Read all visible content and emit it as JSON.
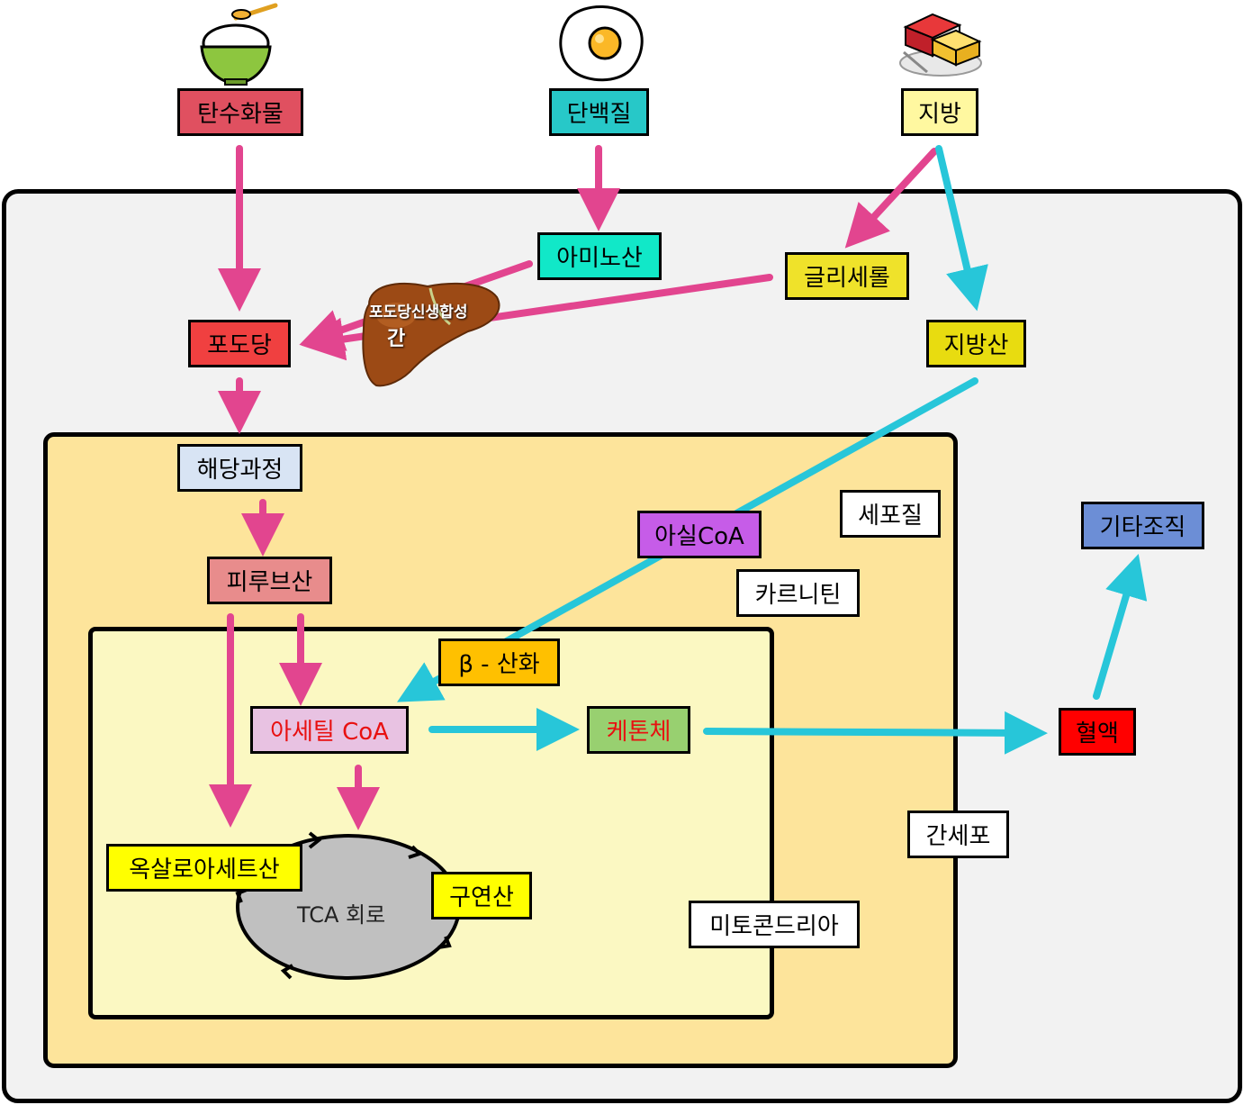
{
  "labels": {
    "carbohydrate": "탄수화물",
    "protein": "단백질",
    "fat": "지방",
    "amino_acid": "아미노산",
    "glycerol": "글리세롤",
    "fatty_acid": "지방산",
    "glucose": "포도당",
    "liver_process": "포도당신생합성",
    "liver": "간",
    "glycolysis": "해당과정",
    "pyruvate": "피루브산",
    "acyl_coa": "아실CoA",
    "cytoplasm": "세포질",
    "carnitine": "카르니틴",
    "other_tissue": "기타조직",
    "beta_oxidation": "β - 산화",
    "acetyl_coa": "아세틸 CoA",
    "ketone_body": "케톤체",
    "blood": "혈액",
    "hepatocyte": "간세포",
    "oxaloacetate": "옥살로아세트산",
    "citric_acid": "구연산",
    "tca_cycle": "TCA 회로",
    "mitochondria": "미토콘드리아"
  },
  "colors": {
    "pink_arrow": "#e2458f",
    "cyan_arrow": "#27c6d9",
    "carbohydrate": "#e05060",
    "protein": "#27c8c8",
    "fat": "#fff8a0",
    "amino_acid": "#11e8c8",
    "glycerol": "#efe22a",
    "fatty_acid": "#e8dc10",
    "glucose": "#f04040",
    "glycolysis": "#d8e4f4",
    "pyruvate": "#e88c8c",
    "acyl_coa": "#c65ce8",
    "other_tissue": "#6c8ed6",
    "beta_oxidation": "#ffc000",
    "acetyl_coa": "#e8c2e2",
    "ketone_body": "#98d070",
    "blood": "#ff0000",
    "oxaloacetate": "#ffff00",
    "citric_acid": "#ffff00",
    "tca_cycle": "#c0c0c0",
    "hepatocyte_region": "#fde49b",
    "mitochondria_region": "#fbf8c2",
    "body_region": "#f2f2f2"
  },
  "icons": {
    "carbohydrate": "rice-bowl-icon",
    "protein": "fried-egg-icon",
    "fat": "butter-icon",
    "liver": "liver-icon"
  }
}
